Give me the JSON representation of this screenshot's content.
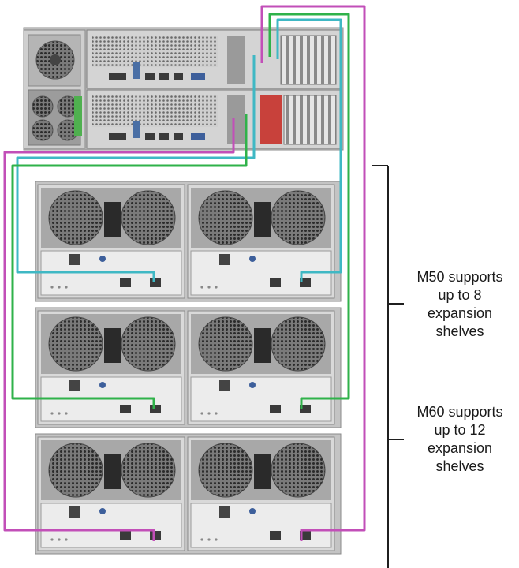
{
  "annotations": {
    "m50": {
      "line1": "M50 supports",
      "line2": "up to 8",
      "line3": "expansion",
      "line4": "shelves"
    },
    "m60": {
      "line1": "M60 supports",
      "line2": "up to 12",
      "line3": "expansion",
      "line4": "shelves"
    }
  },
  "colors": {
    "cable_cyan": "#3fb8c4",
    "cable_green": "#2fb24a",
    "cable_magenta": "#c24fb8",
    "bracket": "#1f1f1f",
    "chassis": "#d8d8d8",
    "vent": "#5a5a5a"
  },
  "components": {
    "controller_count": 2,
    "shelf_count": 3,
    "psu_per_shelf": 2,
    "fan_icon": "fan-grille",
    "port_icon": "sas-port"
  }
}
